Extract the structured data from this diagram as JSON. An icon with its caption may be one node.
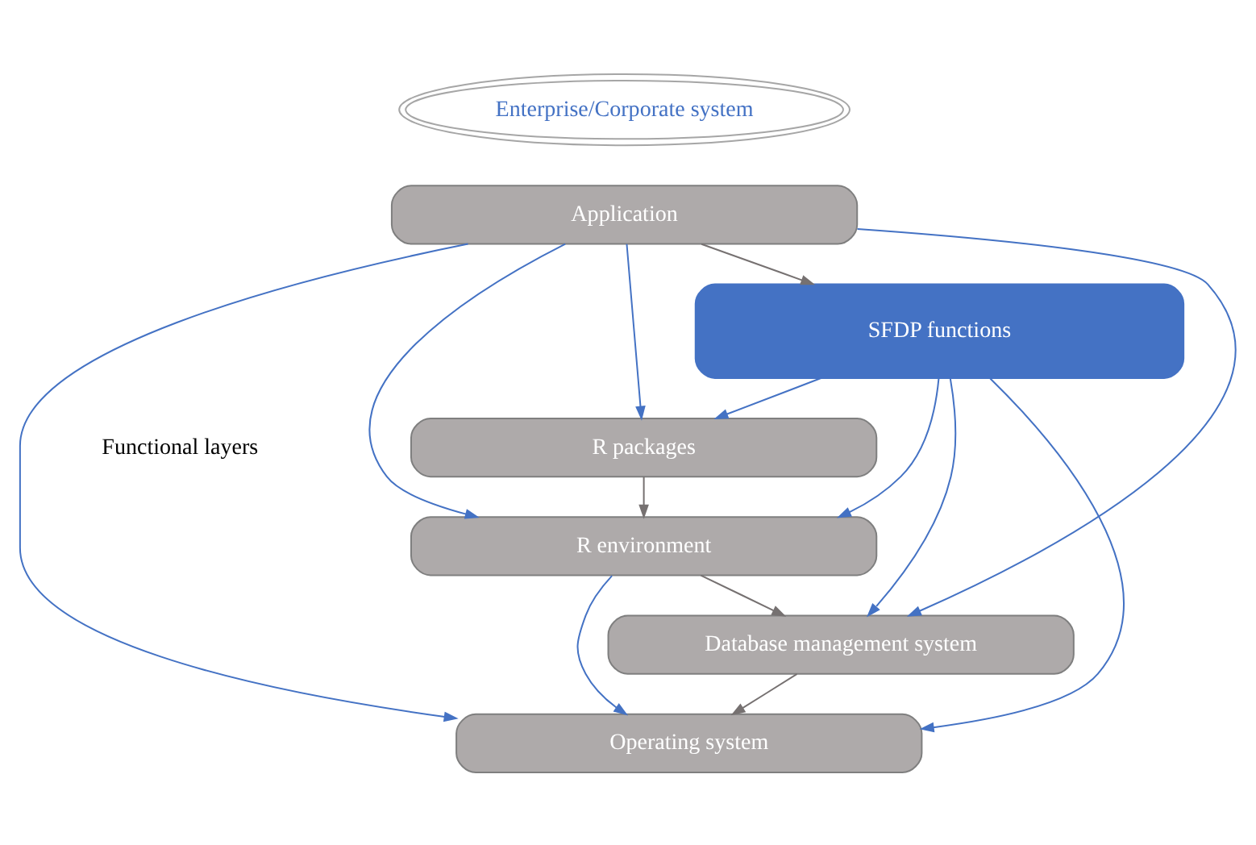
{
  "diagram": {
    "nodes": [
      {
        "text": [
          "Enterprise/Corporate system"
        ]
      },
      {
        "text": [
          "Application"
        ]
      },
      {
        "text": [
          "SFDP functions"
        ]
      },
      {
        "text": [
          "R packages"
        ]
      },
      {
        "text": [
          "R environment"
        ]
      },
      {
        "text": [
          "Database management system"
        ]
      },
      {
        "text": [
          "Operating system"
        ]
      }
    ],
    "edges": [
      {
        "from": 1,
        "to": 2,
        "arrow": "to",
        "color": "#767171"
      },
      {
        "from": 2,
        "to": 3,
        "arrow": "to"
      },
      {
        "from": 2,
        "to": 4,
        "arrow": "to"
      },
      {
        "from": 3,
        "to": 4,
        "arrow": "to",
        "color": "#767171"
      },
      {
        "from": 4,
        "to": 5,
        "arrow": "to",
        "color": "#767171"
      },
      {
        "from": 5,
        "to": 6,
        "arrow": "to",
        "color": "#767171"
      },
      {
        "from": 1,
        "to": 3,
        "arrow": "to"
      },
      {
        "from": 1,
        "to": 4,
        "arrow": "to"
      },
      {
        "from": 1,
        "to": 5,
        "arrow": "to"
      },
      {
        "from": 1,
        "to": 6,
        "arrow": "to"
      },
      {
        "from": 2,
        "to": 5,
        "arrow": "to"
      },
      {
        "from": 2,
        "to": 6,
        "arrow": "to"
      },
      {
        "from": 4,
        "to": 6,
        "arrow": "to"
      }
    ],
    "labels": [
      "Functional layers"
    ]
  }
}
